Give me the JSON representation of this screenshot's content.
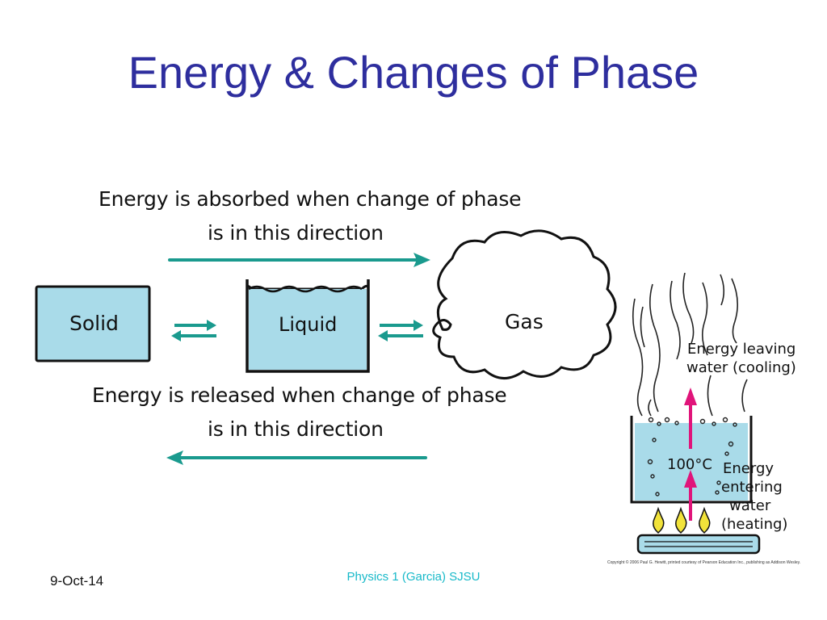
{
  "slide": {
    "title": "Energy & Changes of Phase",
    "footer_date": "9-Oct-14",
    "footer_center": "Physics 1 (Garcia) SJSU",
    "copyright": "Copyright © 2006 Paul G. Hewitt, printed courtesy of Pearson Education Inc., publishing as Addison Wesley."
  },
  "diagram": {
    "absorbed_line1": "Energy is absorbed when change of phase",
    "absorbed_line2": "is in this direction",
    "released_line1": "Energy is released when change of phase",
    "released_line2": "is in this direction",
    "solid_label": "Solid",
    "liquid_label": "Liquid",
    "gas_label": "Gas",
    "leaving_line1": "Energy leaving",
    "leaving_line2": "water (cooling)",
    "temperature": "100°C",
    "entering_line1": "Energy",
    "entering_line2": "entering",
    "entering_line3": "water",
    "entering_line4": "(heating)",
    "colors": {
      "title": "#2e2e9e",
      "box_fill": "#a9dbe9",
      "arrow": "#1a9a8e",
      "energy_arrow": "#e0147a",
      "flame": "#f2e33a"
    }
  }
}
